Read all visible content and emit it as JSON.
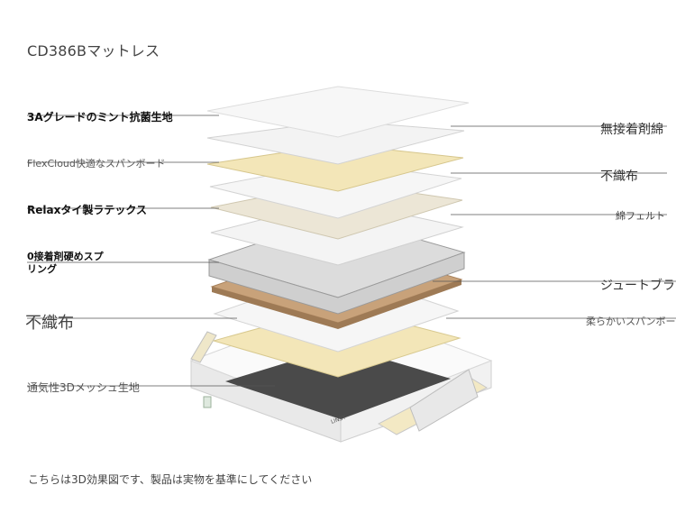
{
  "title": "CD386Bマットレス",
  "caption": "こちらは3D効果図です、製品は実物を基準にしてください",
  "brand_mark": "LINSY",
  "labels_left": [
    {
      "text": "3Aグレードのミント抗菌生地"
    },
    {
      "text": "FlexCloud快適なスパンボード"
    },
    {
      "text": "Relaxタイ製ラテックス"
    },
    {
      "text": "0接着剤硬めスプ"
    },
    {
      "text": "リング"
    },
    {
      "text": "不織布"
    },
    {
      "text": "通気性3Dメッシュ生地"
    }
  ],
  "labels_right": [
    {
      "text": "無接着剤綿"
    },
    {
      "text": "不織布"
    },
    {
      "text": "綿フェルト"
    },
    {
      "text": "ジュートブラ"
    },
    {
      "text": "柔らかいスパンボー"
    }
  ],
  "colors": {
    "white_layer": "#f4f4f4",
    "cream_layer": "#f3e6b8",
    "latex_layer": "#ece6d6",
    "spring_layer": "#dcdcdc",
    "jute_layer": "#c8a27a",
    "base_top": "#4a4a4a",
    "leader_line": "#555555"
  }
}
